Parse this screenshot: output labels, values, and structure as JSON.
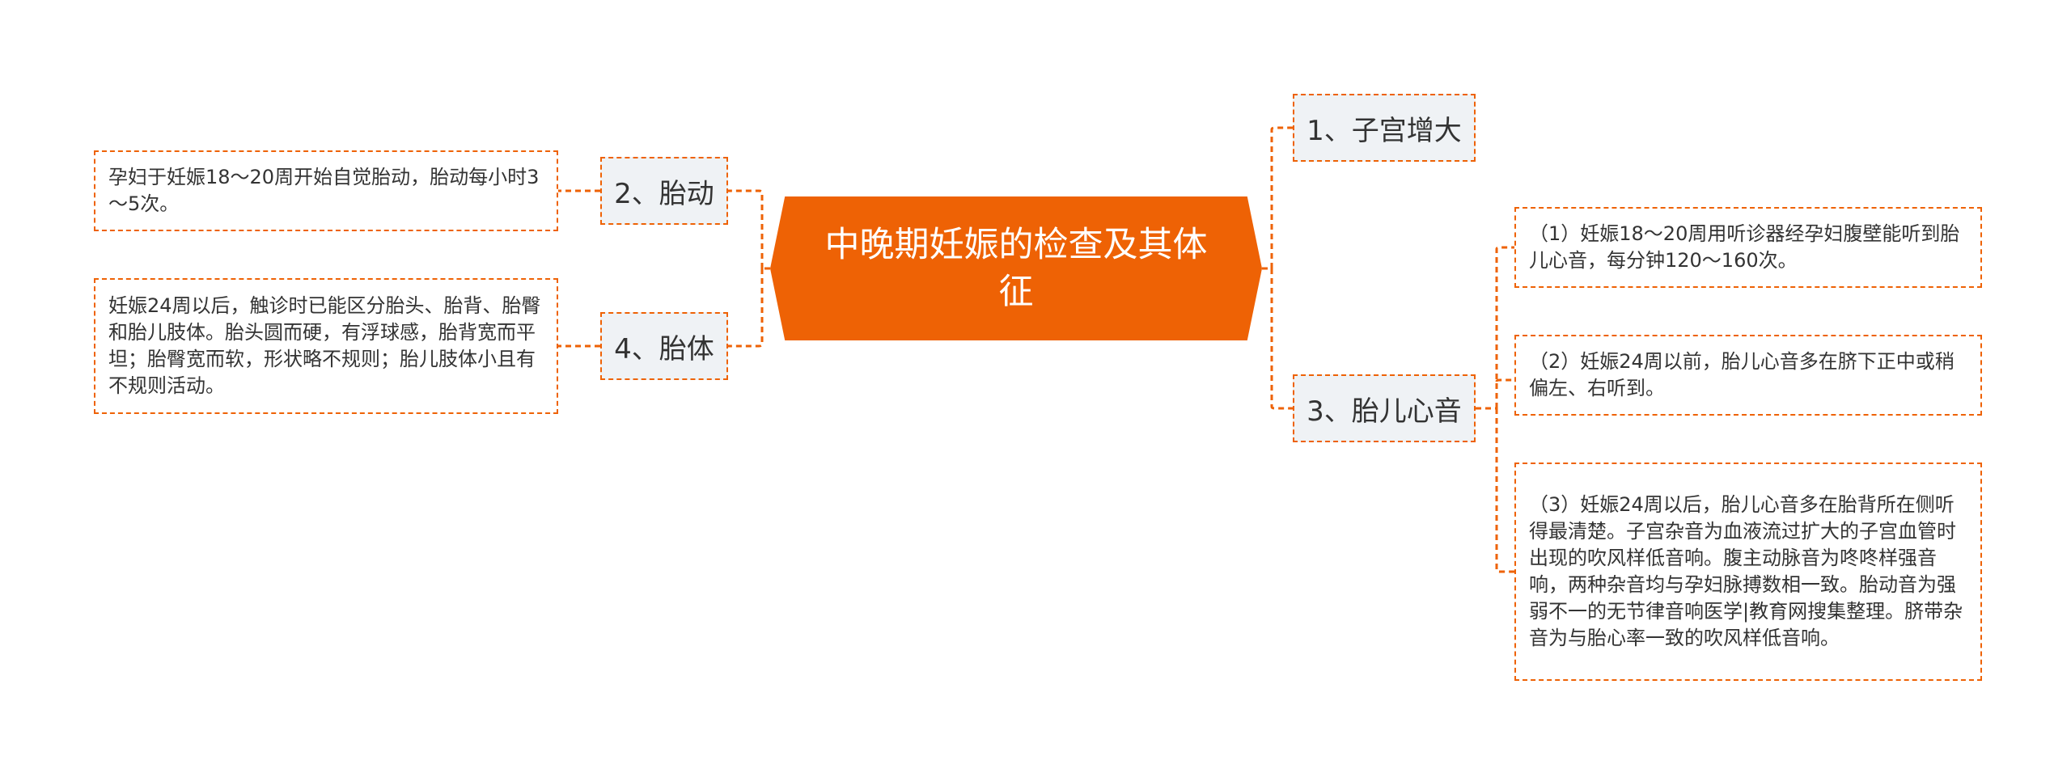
{
  "central": {
    "title": "中晚期妊娠的检查及其体征"
  },
  "branches": {
    "uterus": {
      "label": "1、子宫增大"
    },
    "fetal_movement": {
      "label": "2、胎动",
      "detail": "孕妇于妊娠18～20周开始自觉胎动，胎动每小时3～5次。"
    },
    "heart_sound": {
      "label": "3、胎儿心音",
      "details": [
        "（1）妊娠18～20周用听诊器经孕妇腹壁能听到胎儿心音，每分钟120～160次。",
        "（2）妊娠24周以前，胎儿心音多在脐下正中或稍偏左、右听到。",
        "（3）妊娠24周以后，胎儿心音多在胎背所在侧听得最清楚。子宫杂音为血液流过扩大的子宫血管时出现的吹风样低音响。腹主动脉音为咚咚样强音响，两种杂音均与孕妇脉搏数相一致。胎动音为强弱不一的无节律音响医学|教育网搜集整理。脐带杂音为与胎心率一致的吹风样低音响。"
      ]
    },
    "fetal_body": {
      "label": "4、胎体",
      "detail": "妊娠24周以后，触诊时已能区分胎头、胎背、胎臀和胎儿肢体。胎头圆而硬，有浮球感，胎背宽而平坦；胎臀宽而软，形状略不规则；胎儿肢体小且有不规则活动。"
    }
  },
  "colors": {
    "accent": "#ee6205",
    "branch_fill": "#eff2f5",
    "text": "#333333",
    "central_text": "#ffffff"
  }
}
